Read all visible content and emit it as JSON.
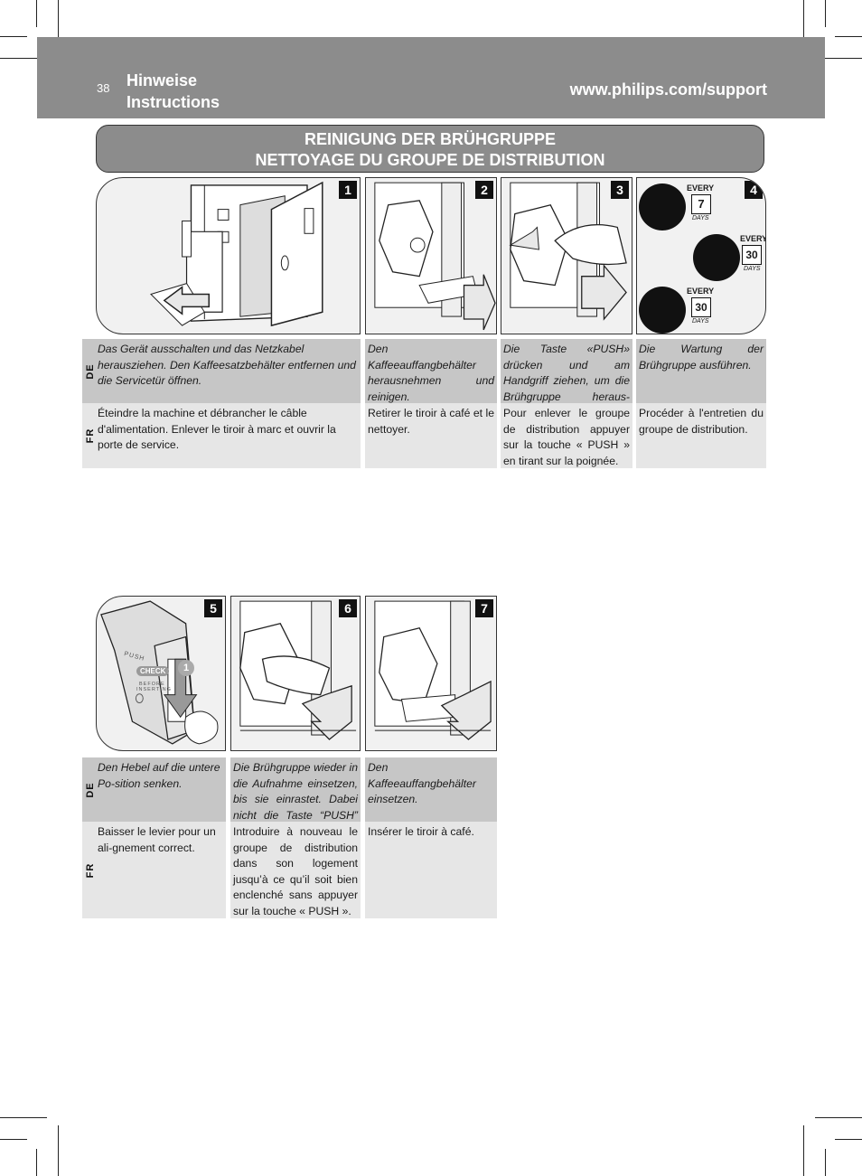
{
  "header": {
    "page_number": "38",
    "section_de": "Hinweise",
    "section_fr": "Instructions",
    "url": "www.philips.com/support"
  },
  "banner": {
    "title_de": "REINIGUNG DER BRÜHGRUPPE",
    "title_fr": "NETTOYAGE DU GROUPE DE DISTRIBUTION"
  },
  "lang_labels": {
    "de": "DE",
    "fr": "FR"
  },
  "steps": [
    {
      "number": "1",
      "de": "Das Gerät ausschalten und das Netzkabel herausziehen. Den Kaffeesatzbehälter entfernen und die Servicetür öffnen.",
      "fr": "Éteindre la machine et débrancher le câble d'alimentation. Enlever le tiroir à marc et ouvrir la porte de service."
    },
    {
      "number": "2",
      "de": "Den Kaffeeauffangbehälter herausnehmen und reinigen.",
      "fr": "Retirer le tiroir à café et le nettoyer."
    },
    {
      "number": "3",
      "de": "Die Taste «PUSH» drücken und am Handgriff ziehen, um die Brühgruppe heraus-zunehmen.",
      "fr": "Pour enlever le groupe de distribution appuyer sur la touche « PUSH » en tirant sur la poignée."
    },
    {
      "number": "4",
      "de": "Die Wartung der Brühgruppe ausführen.",
      "fr": "Procéder à l'entretien du groupe de distribution."
    },
    {
      "number": "5",
      "de": "Den Hebel auf die untere Po-sition senken.",
      "fr": "Baisser le levier pour un ali-gnement correct."
    },
    {
      "number": "6",
      "de": "Die Brühgruppe wieder in die Aufnahme einsetzen, bis sie einrastet. Dabei nicht die Taste “PUSH” drücken.",
      "fr": "Introduire à nouveau le groupe de distribution dans son logement jusqu’à ce qu’il soit bien enclenché sans appuyer sur la touche « PUSH »."
    },
    {
      "number": "7",
      "de": "Den Kaffeeauffangbehälter einsetzen.",
      "fr": "Insérer le tiroir à café."
    }
  ],
  "maintenance_icons": [
    {
      "name": "rinse-icon",
      "label": "EVERY",
      "value": "7",
      "unit": "DAYS"
    },
    {
      "name": "lubricate-icon",
      "label": "EVERY",
      "value": "30",
      "unit": "DAYS"
    },
    {
      "name": "degrease-icon",
      "label": "EVERY",
      "value": "30",
      "unit": "DAYS"
    }
  ],
  "lever_figure": {
    "push_label": "PUSH",
    "check_label": "CHECK",
    "before_label": "BEFORE",
    "inserting_label": "INSERTING",
    "step_marker": "1"
  }
}
